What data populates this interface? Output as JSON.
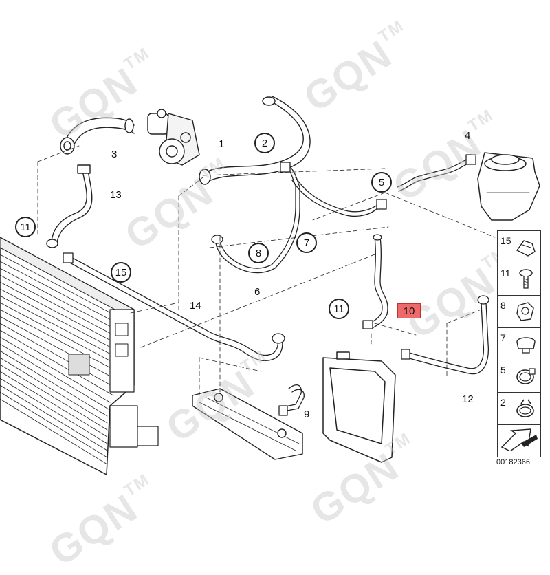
{
  "watermark": {
    "text": "GQN",
    "suffix": "TM"
  },
  "callouts": {
    "c1": "1",
    "c2": "2",
    "c3": "3",
    "c4": "4",
    "c5": "5",
    "c6": "6",
    "c7": "7",
    "c8": "8",
    "c9": "9",
    "c10": "10",
    "c11a": "11",
    "c11b": "11",
    "c12": "12",
    "c13": "13",
    "c14": "14",
    "c15": "15"
  },
  "legend": [
    {
      "num": "15",
      "icon": "hose-clip-icon"
    },
    {
      "num": "11",
      "icon": "screw-icon"
    },
    {
      "num": "8",
      "icon": "bracket-clip-icon"
    },
    {
      "num": "7",
      "icon": "holder-clip-icon"
    },
    {
      "num": "5",
      "icon": "hose-clamp-icon"
    },
    {
      "num": "2",
      "icon": "spring-clamp-icon"
    },
    {
      "num": "",
      "icon": "direction-arrow-icon"
    }
  ],
  "reference": "00182366",
  "colors": {
    "line": "#222222",
    "highlight": "#ee6a6a",
    "watermark": "#c8c8c8"
  }
}
